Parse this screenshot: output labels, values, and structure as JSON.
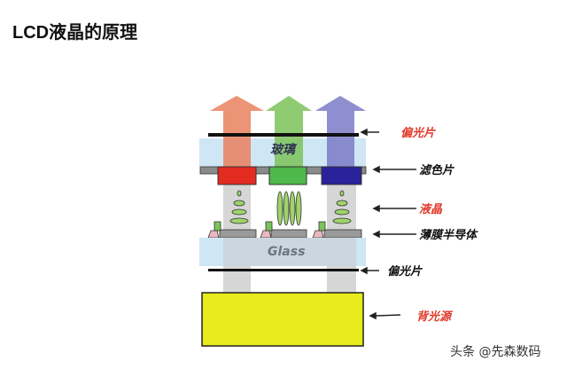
{
  "title": "LCD液晶的原理",
  "labels": {
    "top_polarizer": "偏光片",
    "color_filter": "滤色片",
    "liquid_crystal": "液晶",
    "tft": "薄膜半导体",
    "bottom_polarizer": "偏光片",
    "backlight": "背光源"
  },
  "glass_top": "玻璃",
  "glass_bottom": "Glass",
  "watermark": "头条 @先森数码",
  "colors": {
    "red_label": "#e03a2a",
    "backlight": "#e8ea1c",
    "glass": "#cfe6f5"
  }
}
